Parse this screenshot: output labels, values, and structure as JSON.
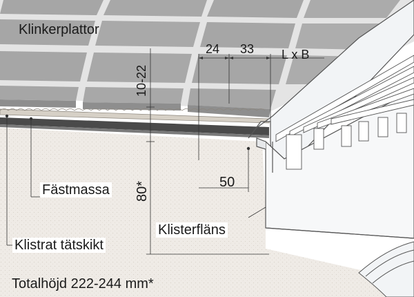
{
  "labels": {
    "tiles": "Klinkerplattor",
    "adhesive": "Fästmassa",
    "membrane": "Klistrat tätskikt",
    "flange": "Klisterfläns",
    "total_height": "Totalhöjd 222-244 mm*"
  },
  "dimensions": {
    "d24": "24",
    "d33": "33",
    "lxb": "L x B",
    "d10_22": "10-22",
    "d80": "80*",
    "d50": "50"
  },
  "colors": {
    "tile": "#a6a6a6",
    "tile_light": "#bdbdbd",
    "grout": "#e4e4e4",
    "concrete": "#efebe6",
    "membrane": "#4a4a4a",
    "steel": "#f2f4f6",
    "steel_line": "#555555"
  }
}
